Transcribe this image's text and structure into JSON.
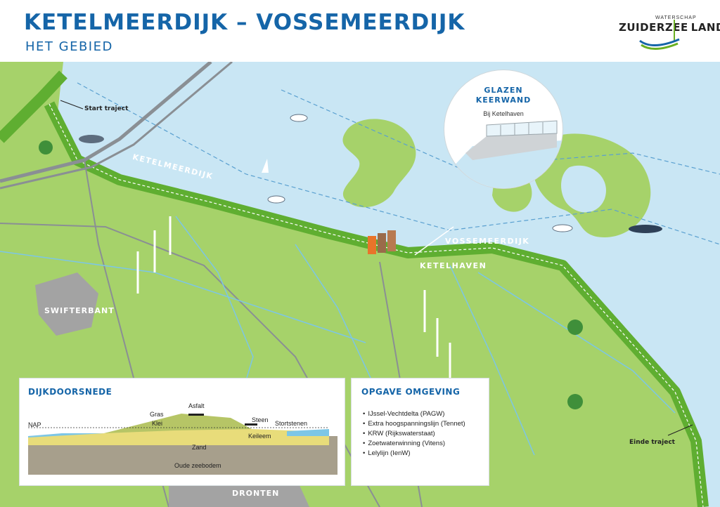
{
  "header": {
    "title": "KETELMEERDIJK – VOSSEMEERDIJK",
    "subtitle": "HET GEBIED"
  },
  "logo": {
    "small_text": "WATERSCHAP",
    "main_text": "ZUIDERZEE",
    "suffix_text": "LAND"
  },
  "map": {
    "labels": {
      "ketelmeerdijk": "KETELMEERDIJK",
      "vossemeerdijk": "VOSSEMEERDIJK",
      "ketelhaven": "KETELHAVEN",
      "swifterbant": "SWIFTERBANT",
      "dronten": "DRONTEN",
      "start_traject": "Start traject",
      "einde_traject": "Einde traject"
    },
    "colors": {
      "water": "#c9e6f4",
      "land": "#a6d26a",
      "dike": "#5fae31",
      "town": "#a3a3a3",
      "title_blue": "#1565a8"
    }
  },
  "callout": {
    "title_line1": "GLAZEN",
    "title_line2": "KEERWAND",
    "subtitle": "Bij Ketelhaven"
  },
  "cross_section": {
    "title": "DIJKDOORSNEDE",
    "labels": {
      "asfalt": "Asfalt",
      "gras": "Gras",
      "klei": "Klei",
      "steen": "Steen",
      "stortstenen": "Stortstenen",
      "nap": "NAP",
      "keileem": "Keileem",
      "zand": "Zand",
      "oude_zeebodem": "Oude zeebodem"
    }
  },
  "opgave": {
    "title": "OPGAVE OMGEVING",
    "items": [
      "IJssel-Vechtdelta (PAGW)",
      "Extra hoogspanningslijn (Tennet)",
      "KRW (Rijkswaterstaat)",
      "Zoetwaterwinning (Vitens)",
      "Lelylijn (IenW)"
    ]
  }
}
